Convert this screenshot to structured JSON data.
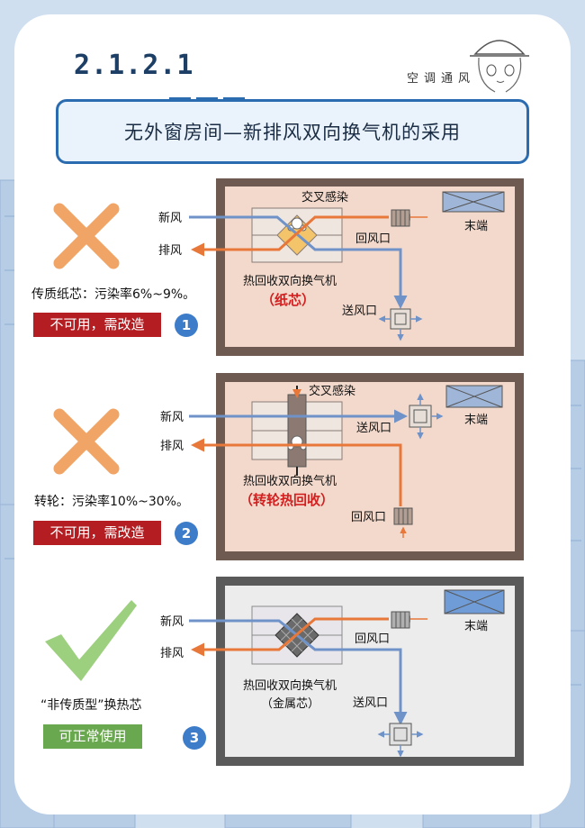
{
  "header": {
    "section_number": "2.1.2.1",
    "brand": "空调通风"
  },
  "title": "无外窗房间—新排风双向换气机的采用",
  "colors": {
    "blue_arrow": "#6f93c9",
    "orange_arrow": "#e8773a",
    "bad": "#b41e22",
    "good": "#6aa84f",
    "cross": "#f0a466",
    "check": "#9ccf7e",
    "badge": "#3d7cc9"
  },
  "sections": [
    {
      "mark": "cross-icon",
      "description": "传质纸芯：污染率6%~9%。",
      "status": "不可用，需改造",
      "number": "1",
      "diagram": {
        "cross_label": "交叉感染",
        "terminal": "末端",
        "fresh_air": "新风",
        "exhaust_air": "排风",
        "return_vent": "回风口",
        "supply_vent": "送风口",
        "unit_name": "热回收双向换气机",
        "core_type": "（纸芯）"
      }
    },
    {
      "mark": "cross-icon",
      "description": "转轮：污染率10%~30%。",
      "status": "不可用，需改造",
      "number": "2",
      "diagram": {
        "cross_label": "交叉感染",
        "terminal": "末端",
        "fresh_air": "新风",
        "exhaust_air": "排风",
        "return_vent": "回风口",
        "supply_vent": "送风口",
        "unit_name": "热回收双向换气机",
        "core_type": "（转轮热回收）"
      }
    },
    {
      "mark": "check-icon",
      "description": "“非传质型”换热芯",
      "status": "可正常使用",
      "number": "3",
      "diagram": {
        "terminal": "末端",
        "fresh_air": "新风",
        "exhaust_air": "排风",
        "return_vent": "回风口",
        "supply_vent": "送风口",
        "unit_name": "热回收双向换气机",
        "core_type": "（金属芯）"
      }
    }
  ]
}
